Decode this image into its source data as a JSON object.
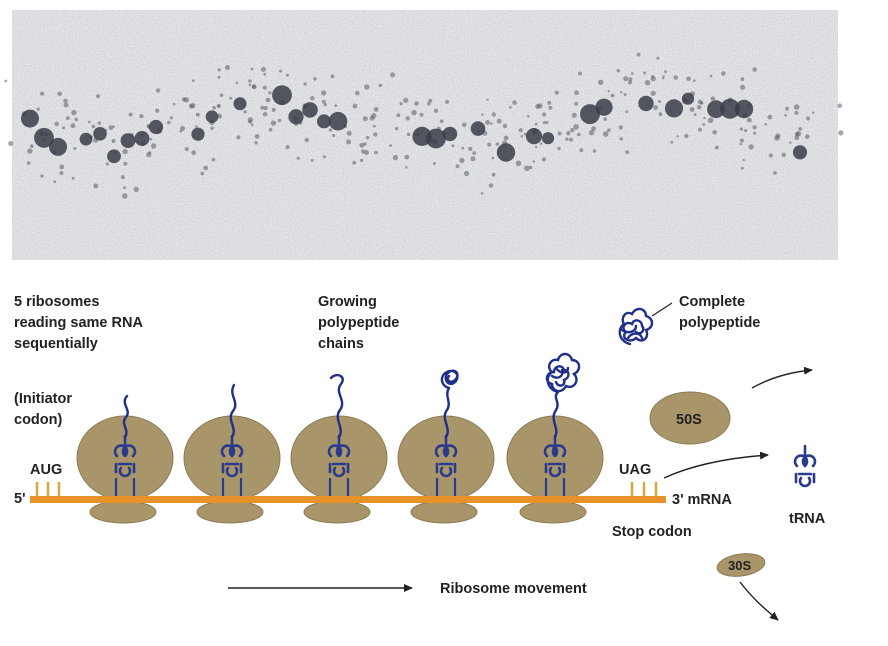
{
  "figure": {
    "micrograph": {
      "description": "electron micrograph of polyribosomes on an mRNA strand"
    },
    "labels": {
      "ribosomes_line1": "5 ribosomes",
      "ribosomes_line2": "reading same RNA",
      "ribosomes_line3": "sequentially",
      "growing_line1": "Growing",
      "growing_line2": "polypeptide",
      "growing_line3": "chains",
      "complete_line1": "Complete",
      "complete_line2": "polypeptide",
      "initiator_line1": "(Initiator",
      "initiator_line2": "codon)",
      "start_codon": "AUG",
      "five_prime": "5'",
      "stop_codon_seq": "UAG",
      "three_prime_mrna": "3' mRNA",
      "stop_codon_label": "Stop codon",
      "trna": "tRNA",
      "large_subunit": "50S",
      "small_subunit": "30S",
      "movement": "Ribosome movement"
    },
    "colors": {
      "ribosome": "#a8956a",
      "ribosome_edge": "#8c7a52",
      "mrna": "#e8922a",
      "codon_tick": "#d9a640",
      "trna": "#2a3a8c",
      "polypeptide": "#1f2f8a",
      "arrow": "#222222"
    }
  }
}
